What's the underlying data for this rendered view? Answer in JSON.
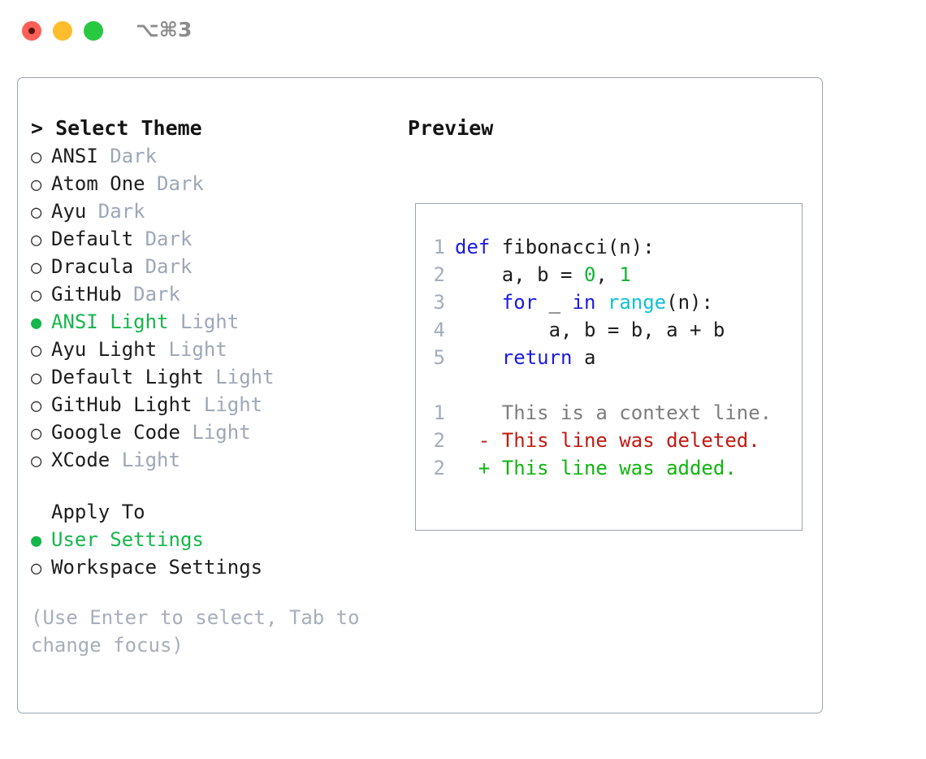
{
  "titlebar": {
    "shortcut": "⌥⌘3",
    "lights": [
      {
        "name": "close",
        "color": "#FF6058"
      },
      {
        "name": "minimize",
        "color": "#FFBD2E"
      },
      {
        "name": "maximize",
        "color": "#28C840"
      }
    ]
  },
  "colors": {
    "accent_green": "#15B64B",
    "muted": "#9EA7B7",
    "hint": "#A7AEBC",
    "border": "#9AA4B4",
    "keyword": "#1A1AE6",
    "function": "#0FC2D4",
    "number": "#12B437",
    "diff_add": "#10B510",
    "diff_del": "#C21A12",
    "diff_ctx": "#7D7D7D",
    "line_number": "#A3ACBC"
  },
  "theme_panel": {
    "title": "> Select Theme",
    "bullet_selected": "●",
    "bullet_unselected": "○",
    "items": [
      {
        "label": "ANSI",
        "tag": "Dark",
        "selected": false
      },
      {
        "label": "Atom One",
        "tag": "Dark",
        "selected": false
      },
      {
        "label": "Ayu",
        "tag": "Dark",
        "selected": false
      },
      {
        "label": "Default",
        "tag": "Dark",
        "selected": false
      },
      {
        "label": "Dracula",
        "tag": "Dark",
        "selected": false
      },
      {
        "label": "GitHub",
        "tag": "Dark",
        "selected": false
      },
      {
        "label": "ANSI Light",
        "tag": "Light",
        "selected": true
      },
      {
        "label": "Ayu Light",
        "tag": "Light",
        "selected": false
      },
      {
        "label": "Default Light",
        "tag": "Light",
        "selected": false
      },
      {
        "label": "GitHub Light",
        "tag": "Light",
        "selected": false
      },
      {
        "label": "Google Code",
        "tag": "Light",
        "selected": false
      },
      {
        "label": "XCode",
        "tag": "Light",
        "selected": false
      }
    ]
  },
  "apply_to": {
    "title": "Apply To",
    "items": [
      {
        "label": "User Settings",
        "selected": true
      },
      {
        "label": "Workspace Settings",
        "selected": false
      }
    ]
  },
  "hint": "(Use Enter to select, Tab to change focus)",
  "preview": {
    "title": "Preview",
    "code_lines": [
      {
        "n": "1",
        "tokens": [
          {
            "t": "def",
            "c": "kw"
          },
          {
            "t": " fibonacci(n):",
            "c": "txt"
          }
        ]
      },
      {
        "n": "2",
        "tokens": [
          {
            "t": "    a, b = ",
            "c": "txt"
          },
          {
            "t": "0",
            "c": "num"
          },
          {
            "t": ", ",
            "c": "txt"
          },
          {
            "t": "1",
            "c": "num"
          }
        ]
      },
      {
        "n": "3",
        "tokens": [
          {
            "t": "    ",
            "c": "txt"
          },
          {
            "t": "for",
            "c": "kw"
          },
          {
            "t": " _ ",
            "c": "txt"
          },
          {
            "t": "in",
            "c": "kw"
          },
          {
            "t": " ",
            "c": "txt"
          },
          {
            "t": "range",
            "c": "fn"
          },
          {
            "t": "(n):",
            "c": "txt"
          }
        ]
      },
      {
        "n": "4",
        "tokens": [
          {
            "t": "        a, b = b, a + b",
            "c": "txt"
          }
        ]
      },
      {
        "n": "5",
        "tokens": [
          {
            "t": "    ",
            "c": "txt"
          },
          {
            "t": "return",
            "c": "kw"
          },
          {
            "t": " a",
            "c": "txt"
          }
        ]
      }
    ],
    "diff_lines": [
      {
        "n": "1",
        "marker": " ",
        "text": "This is a context line.",
        "kind": "ctx"
      },
      {
        "n": "2",
        "marker": "-",
        "text": "This line was deleted.",
        "kind": "del"
      },
      {
        "n": "2",
        "marker": "+",
        "text": "This line was added.",
        "kind": "add"
      }
    ]
  }
}
